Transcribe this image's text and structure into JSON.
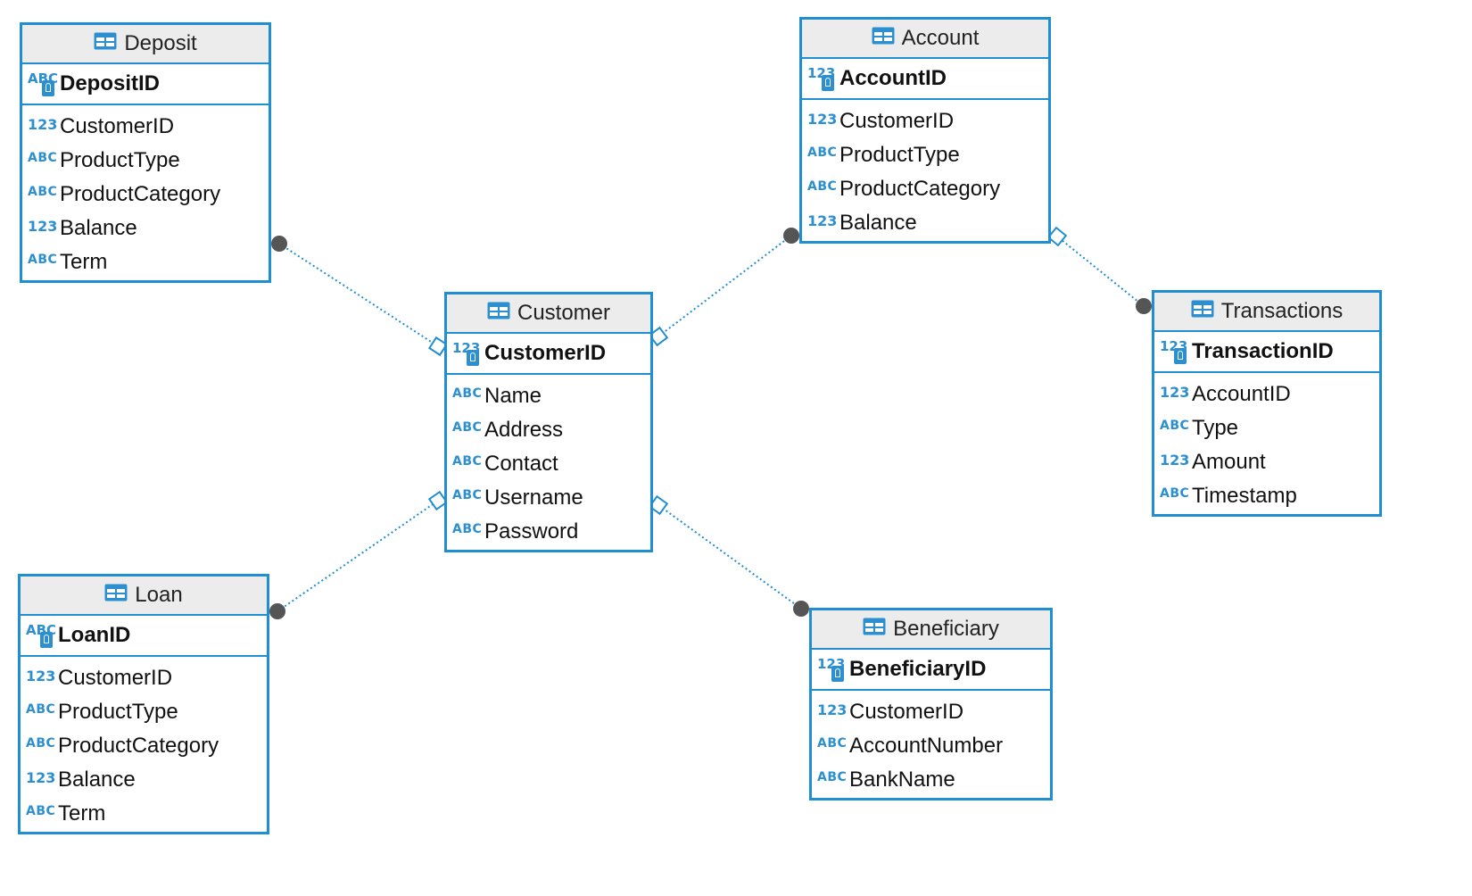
{
  "entities": {
    "deposit": {
      "name": "Deposit",
      "pk": {
        "type": "ABC",
        "name": "DepositID"
      },
      "attributes": [
        {
          "type": "123",
          "name": "CustomerID"
        },
        {
          "type": "ABC",
          "name": "ProductType"
        },
        {
          "type": "ABC",
          "name": "ProductCategory"
        },
        {
          "type": "123",
          "name": "Balance"
        },
        {
          "type": "ABC",
          "name": "Term"
        }
      ]
    },
    "account": {
      "name": "Account",
      "pk": {
        "type": "123",
        "name": "AccountID"
      },
      "attributes": [
        {
          "type": "123",
          "name": "CustomerID"
        },
        {
          "type": "ABC",
          "name": "ProductType"
        },
        {
          "type": "ABC",
          "name": "ProductCategory"
        },
        {
          "type": "123",
          "name": "Balance"
        }
      ]
    },
    "customer": {
      "name": "Customer",
      "pk": {
        "type": "123",
        "name": "CustomerID"
      },
      "attributes": [
        {
          "type": "ABC",
          "name": "Name"
        },
        {
          "type": "ABC",
          "name": "Address"
        },
        {
          "type": "ABC",
          "name": "Contact"
        },
        {
          "type": "ABC",
          "name": "Username"
        },
        {
          "type": "ABC",
          "name": "Password"
        }
      ]
    },
    "transactions": {
      "name": "Transactions",
      "pk": {
        "type": "123",
        "name": "TransactionID"
      },
      "attributes": [
        {
          "type": "123",
          "name": "AccountID"
        },
        {
          "type": "ABC",
          "name": "Type"
        },
        {
          "type": "123",
          "name": "Amount"
        },
        {
          "type": "ABC",
          "name": "Timestamp"
        }
      ]
    },
    "loan": {
      "name": "Loan",
      "pk": {
        "type": "ABC",
        "name": "LoanID"
      },
      "attributes": [
        {
          "type": "123",
          "name": "CustomerID"
        },
        {
          "type": "ABC",
          "name": "ProductType"
        },
        {
          "type": "ABC",
          "name": "ProductCategory"
        },
        {
          "type": "123",
          "name": "Balance"
        },
        {
          "type": "ABC",
          "name": "Term"
        }
      ]
    },
    "beneficiary": {
      "name": "Beneficiary",
      "pk": {
        "type": "123",
        "name": "BeneficiaryID"
      },
      "attributes": [
        {
          "type": "123",
          "name": "CustomerID"
        },
        {
          "type": "ABC",
          "name": "AccountNumber"
        },
        {
          "type": "ABC",
          "name": "BankName"
        }
      ]
    }
  },
  "relationships": [
    {
      "from": "deposit",
      "to": "customer"
    },
    {
      "from": "account",
      "to": "customer"
    },
    {
      "from": "loan",
      "to": "customer"
    },
    {
      "from": "beneficiary",
      "to": "customer"
    },
    {
      "from": "transactions",
      "to": "account"
    }
  ],
  "colors": {
    "border": "#1f8fd2",
    "header_bg": "#ececec",
    "type_icon": "#2b8fd0",
    "connector": "#1f8fd2",
    "many_end": "#555555"
  }
}
